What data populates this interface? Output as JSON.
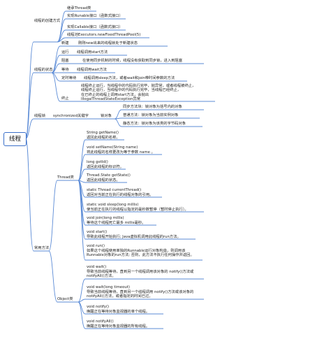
{
  "root": "线程",
  "branches": {
    "create": {
      "label": "线程的创建方式",
      "items": [
        "继承Thread类",
        "实现Runable接口（函数式接口）",
        "实现Callable接口（函数式接口）",
        "线程池Executors.newFixedThreadPool(5)"
      ]
    },
    "state": {
      "label": "线程的状态",
      "items": [
        {
          "name": "新建",
          "desc": "刚刚new出来的线程就处于新建状态"
        },
        {
          "name": "运行",
          "desc": "线程调用start方法"
        },
        {
          "name": "阻塞",
          "desc": "在使用同步机制的时候，线程没有获取到同步锁，进入到阻塞"
        },
        {
          "name": "等待",
          "desc": "线程调用wait方法"
        },
        {
          "name": "定时等待",
          "desc": "线程调用sleep方法，或者wait和join带时间参数的方法"
        },
        {
          "name": "终止",
          "desc": "线程终止运行，当线程中的代码执行完毕，抛异常，或者线程被终止，\n线程终止运行，当线程中的代码执行完毕，当线程已经终止，\n在已终止的线程上调用start方法，会抛出\nIllegalThreadStateException异常"
        }
      ]
    },
    "lock": {
      "label": "线程锁",
      "sub": "synchronized关键字",
      "sub2": "锁对象",
      "items": [
        "同步方法块：锁对象为括号内的对象",
        "普通方法：锁对象为当前实例对象",
        "静态方法：锁对象为该类的字节码对象"
      ]
    },
    "methods": {
      "label": "常用方法",
      "thread_label": "Thread类",
      "object_label": "Object类",
      "thread_methods": [
        {
          "sig": "String getName()",
          "desc": "返回此线程的名称。"
        },
        {
          "sig": "void setName(String name)",
          "desc": "将此线程的名称更改为等于参数 name 。"
        },
        {
          "sig": "long getId()",
          "desc": "返回此线程的标识符。"
        },
        {
          "sig": "Thread.State getState()",
          "desc": "返回此线程的状态。"
        },
        {
          "sig": "static Thread currentThread()",
          "desc": "返回对当前正在执行的线程对象的引用。"
        },
        {
          "sig": "static void sleep(long millis)",
          "desc": "使当前正在执行的线程以指定的毫秒数暂停（暂时停止执行）。"
        },
        {
          "sig": "void join(long millis)",
          "desc": "等待这个线程死亡最多 millis毫秒。"
        },
        {
          "sig": "void start()",
          "desc": "导致此线程开始执行; Java虚拟机调用此线程的run方法。"
        },
        {
          "sig": "void run()",
          "desc": "如果这个线程使用单独的Runnable运行对象构造，则调用该\nRunnable对象的run方法; 否则，此方法不执行任何操作并返回。"
        }
      ],
      "object_methods": [
        {
          "sig": "void wait()",
          "desc": "导致当前线程等待，直到另一个线程调用该对象的 notify()方法或\nnotifyAll()方法。"
        },
        {
          "sig": "void wait(long timeout)",
          "desc": "导致当前线程等待，直到另一个线程调用 notify()方法或该对象的\nnotifyAll()方法，或者指定的时间已过。"
        },
        {
          "sig": "void notify()",
          "desc": "唤醒正在等待对象监视器的单个线程。"
        },
        {
          "sig": "void notifyAll()",
          "desc": "唤醒正在等待对象监视器的所有线程。"
        }
      ]
    }
  }
}
